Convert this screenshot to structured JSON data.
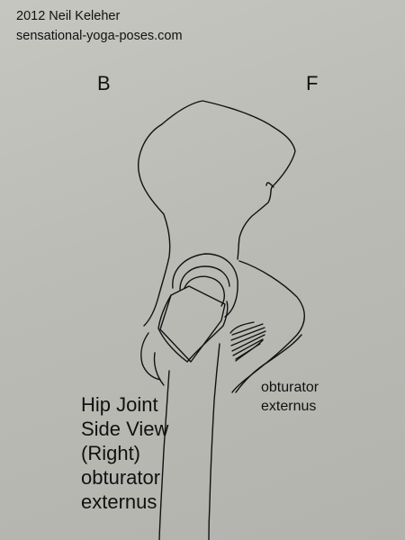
{
  "credit": {
    "line1": "2012 Neil Keleher",
    "line2": "sensational-yoga-poses.com"
  },
  "orientation": {
    "back": "B",
    "front": "F"
  },
  "labels": {
    "muscle_callout": [
      "obturator",
      "externus"
    ]
  },
  "caption": {
    "lines": [
      "Hip Joint",
      "Side View",
      "(Right)",
      "obturator",
      "externus"
    ]
  },
  "colors": {
    "paper": "#bcbcb7",
    "ink": "#111111"
  }
}
